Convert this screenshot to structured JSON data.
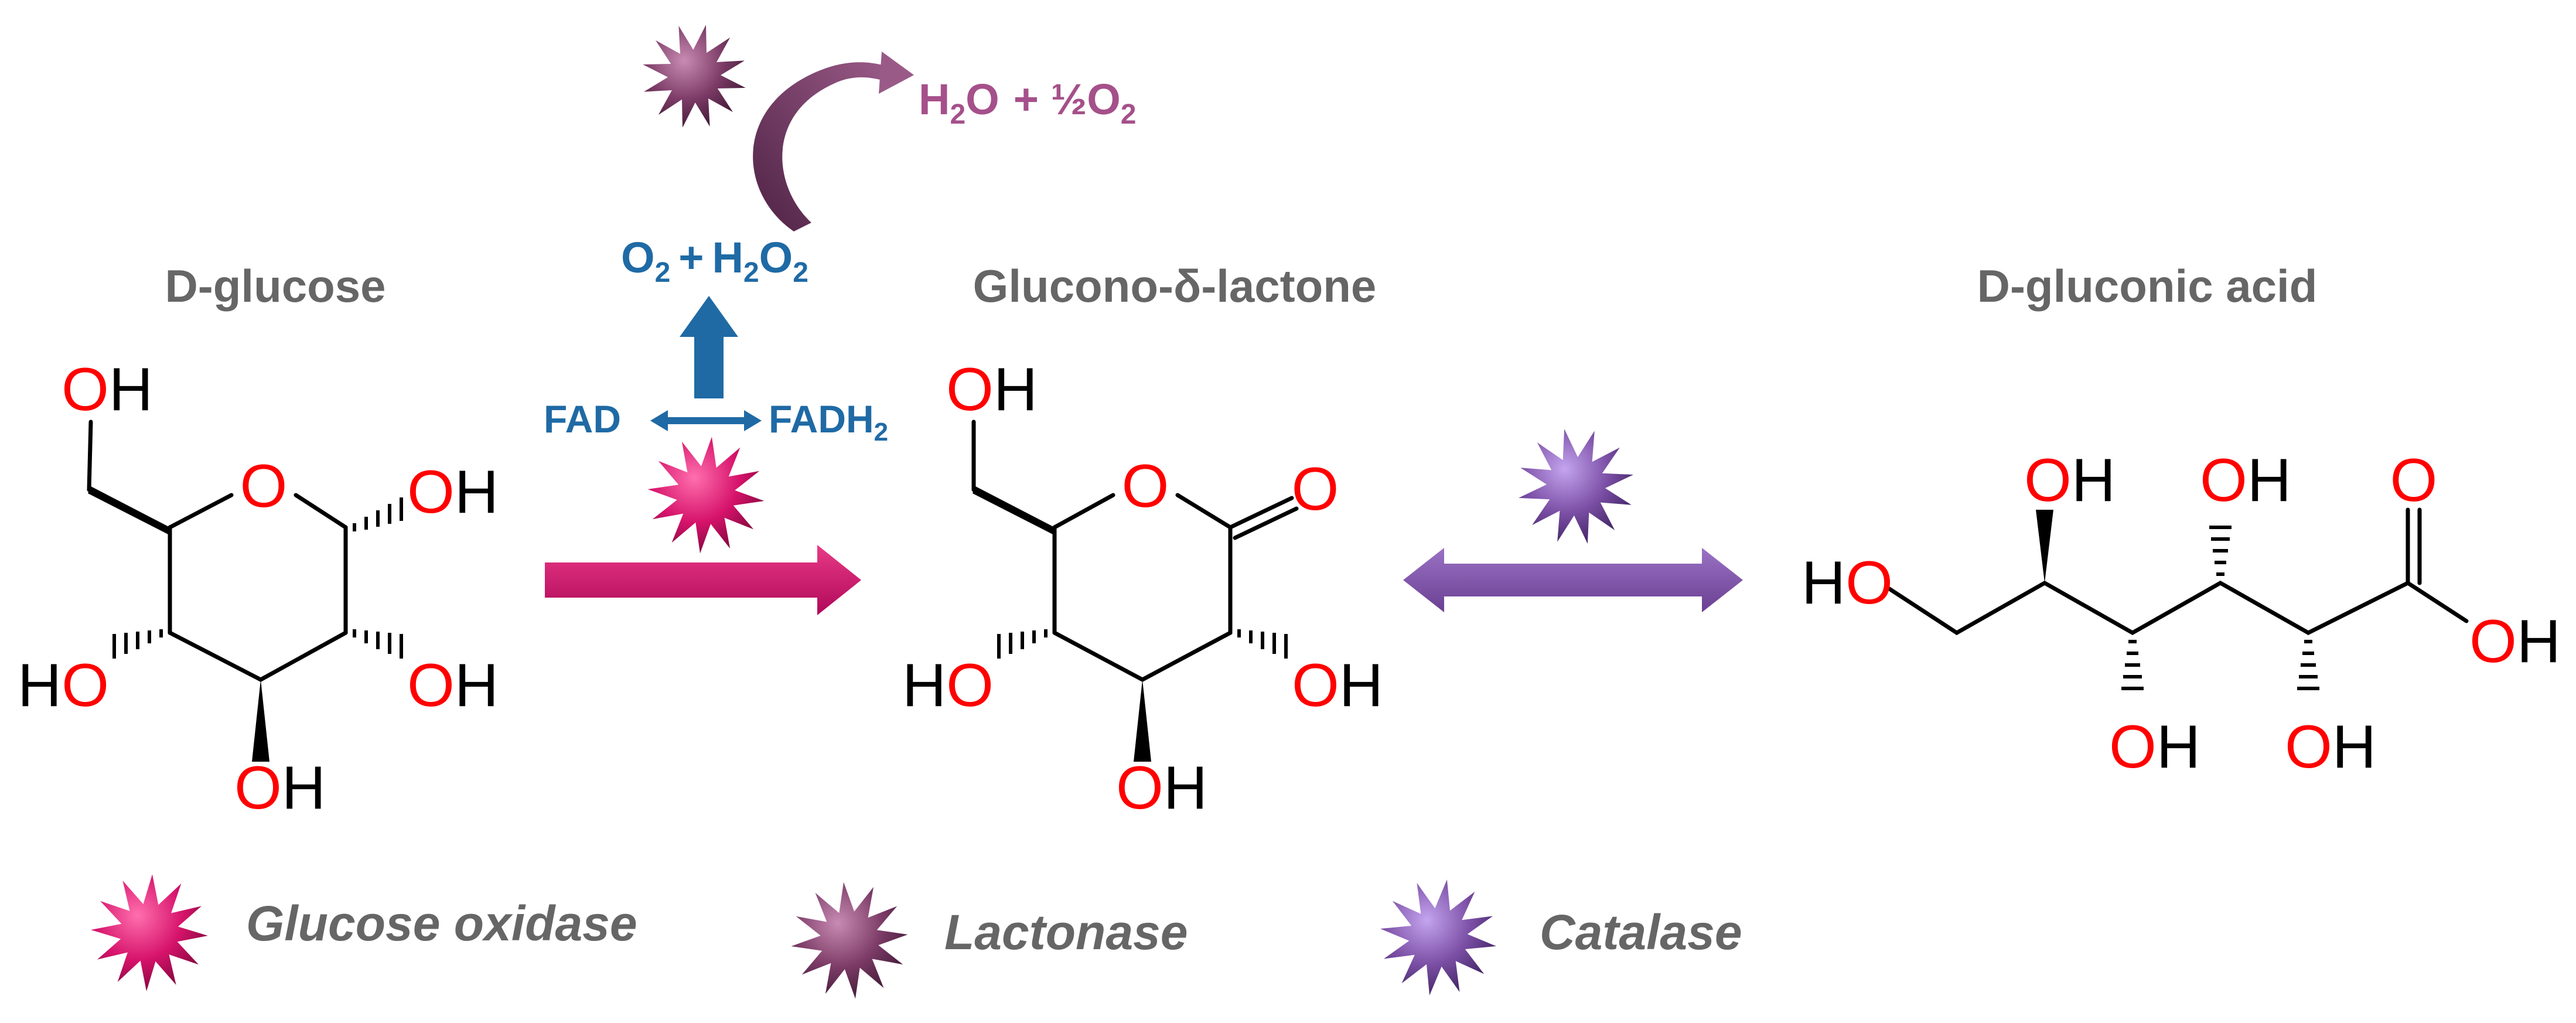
{
  "colors": {
    "glucose_oxidase": "#d6136b",
    "lactonase": "#7b3b66",
    "catalase": "#7b4fa5",
    "cofactor_blue": "#1f6aa5",
    "byproduct_magenta": "#a5508a",
    "oxygen_red": "#ff0000",
    "title_gray": "#666666"
  },
  "molecules": {
    "glucose": {
      "title": "D-glucose"
    },
    "lactone": {
      "title": "Glucono-δ-lactone"
    },
    "gluconic": {
      "title": "D-gluconic acid"
    }
  },
  "atoms": {
    "O": "O",
    "H": "H",
    "OH": "OH",
    "HO": "HO"
  },
  "cofactor": {
    "fad": "FAD",
    "fadh2_base": "FADH",
    "subscript_2": "2"
  },
  "products": {
    "o2": "O",
    "plus": "+",
    "h2o2_h": "H",
    "h2o2_o": "O",
    "two": "2"
  },
  "catalase_products": {
    "h2o_h": "H",
    "h2o_o": "O",
    "plus_half": "+ ½O",
    "two": "2"
  },
  "legend": [
    {
      "label": "Glucose oxidase",
      "icon": "star-burst"
    },
    {
      "label": "Lactonase",
      "icon": "star-burst"
    },
    {
      "label": "Catalase",
      "icon": "star-burst"
    }
  ]
}
